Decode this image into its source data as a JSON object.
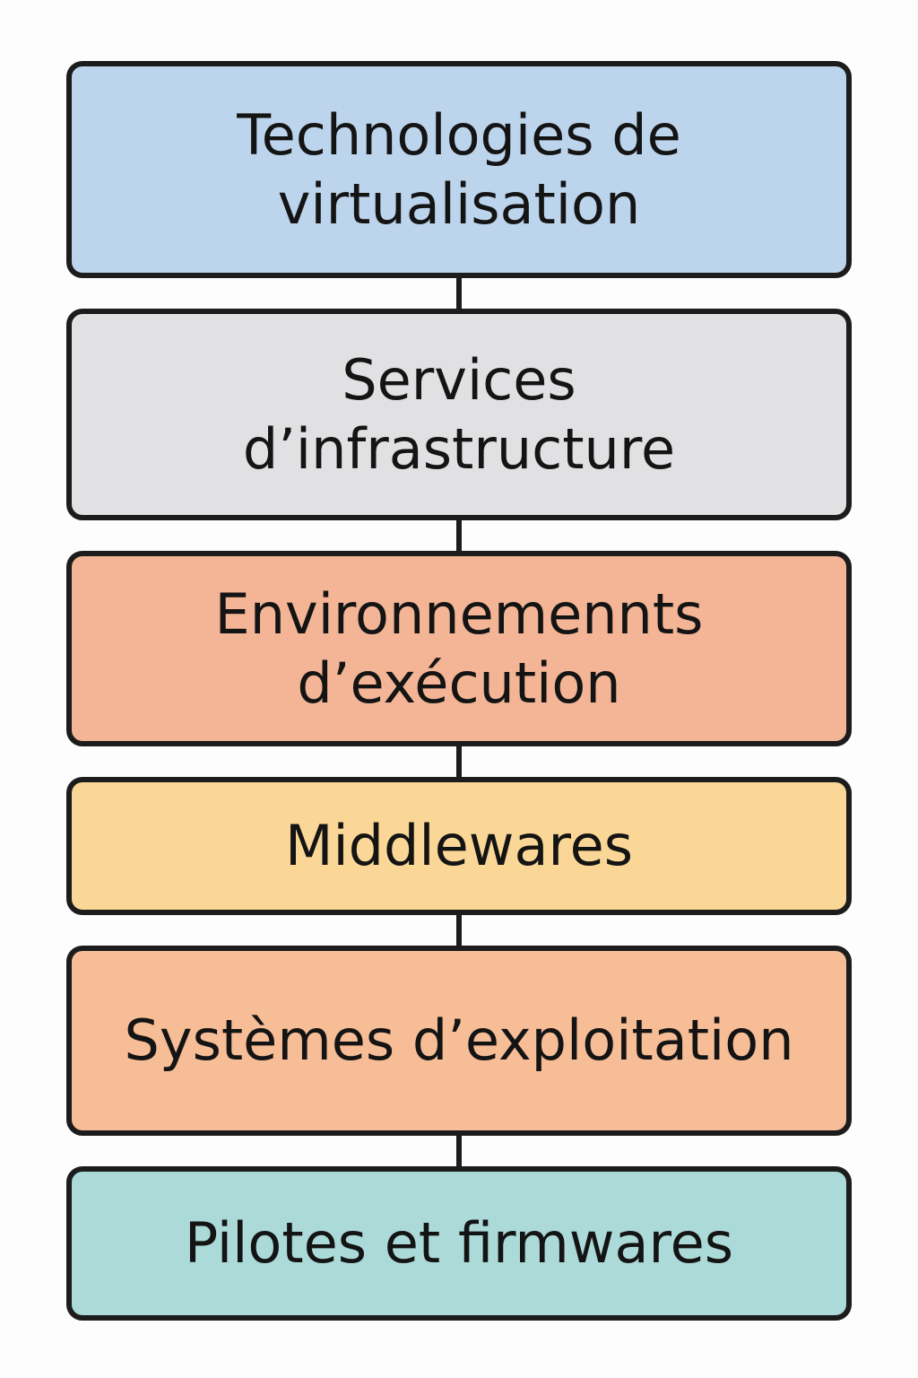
{
  "diagram": {
    "layers": [
      {
        "label": "Technologies de virtualisation",
        "color": "#bcd4ec"
      },
      {
        "label": "Services d’infrastructure",
        "color": "#e1e1e3"
      },
      {
        "label": "Environnemennts d’exécution",
        "color": "#f3b595"
      },
      {
        "label": "Middlewares",
        "color": "#fbd797"
      },
      {
        "label": "Systèmes d’exploitation",
        "color": "#f6bd96"
      },
      {
        "label": "Pilotes et firmwares",
        "color": "#abdad8"
      }
    ]
  }
}
